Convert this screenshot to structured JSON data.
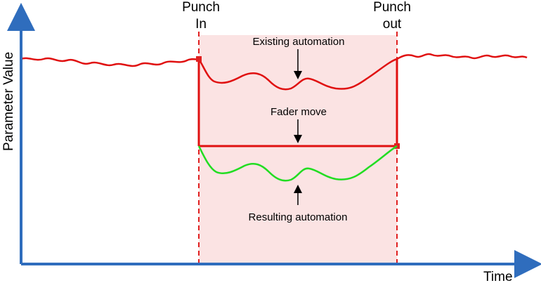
{
  "diagram": {
    "axes": {
      "x_label": "Time",
      "y_label": "Parameter Value",
      "color": "#2f6dbd"
    },
    "punch_in": {
      "line1": "Punch",
      "line2": "In"
    },
    "punch_out": {
      "line1": "Punch",
      "line2": "out"
    },
    "annotations": {
      "existing": "Existing automation",
      "fader": "Fader move",
      "resulting": "Resulting automation"
    },
    "colors": {
      "existing_curve": "#e01010",
      "fader_line": "#e01010",
      "resulting_curve": "#22dd22",
      "punch_region": "#fbe3e3",
      "punch_marker": "#e02020"
    }
  }
}
